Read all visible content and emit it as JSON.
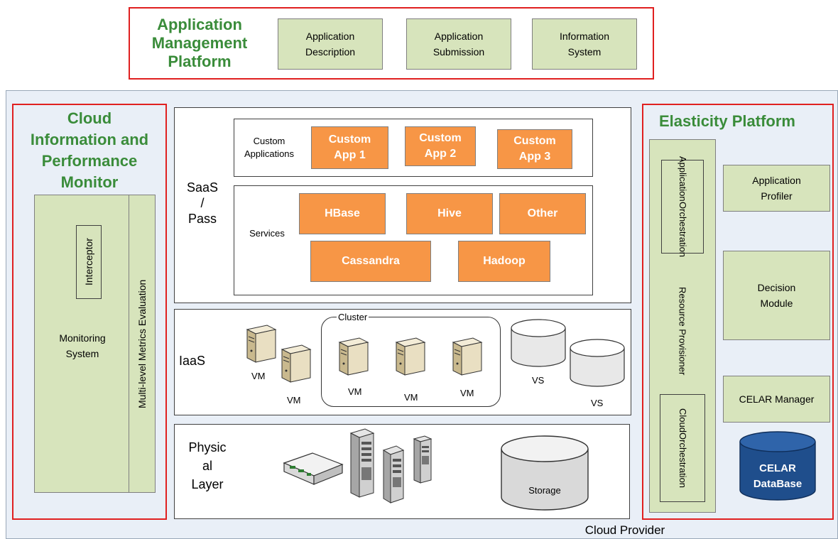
{
  "amp": {
    "title_lines": [
      "Application",
      "Management",
      "Platform"
    ],
    "boxes": [
      {
        "lines": [
          "Application",
          "Description"
        ]
      },
      {
        "lines": [
          "Application",
          "Submission"
        ]
      },
      {
        "lines": [
          "Information",
          "System"
        ]
      }
    ]
  },
  "cloud_provider": "Cloud Provider",
  "monitor": {
    "title_lines": [
      "Cloud",
      "Information and",
      "Performance",
      "Monitor"
    ],
    "monitoring_system": [
      "Monitoring",
      "System"
    ],
    "interceptor": "Interceptor",
    "metrics_evaluation": "Multi-level Metrics Evaluation"
  },
  "saas": {
    "layer_label": [
      "SaaS",
      "/",
      "Pass"
    ],
    "custom_label": [
      "Custom",
      "Applications"
    ],
    "custom_apps": [
      {
        "lines": [
          "Custom",
          "App 1"
        ]
      },
      {
        "lines": [
          "Custom",
          "App 2"
        ]
      },
      {
        "lines": [
          "Custom",
          "App 3"
        ]
      }
    ],
    "services_label": "Services",
    "services": [
      "HBase",
      "Hive",
      "Other",
      "Cassandra",
      "Hadoop"
    ]
  },
  "iaas": {
    "layer_label": "IaaS",
    "cluster_label": "Cluster",
    "vm_label": "VM",
    "vs_label": "VS"
  },
  "physical": {
    "layer_label": [
      "Physic",
      "al",
      "Layer"
    ],
    "storage_label": "Storage"
  },
  "elasticity": {
    "title": "Elasticity Platform",
    "app_orchestration": [
      "Application",
      "Orchestration"
    ],
    "resource_provisioner": "Resource Provisioner",
    "cloud_orchestration": [
      "Cloud",
      "Orchestration"
    ],
    "app_profiler": [
      "Application",
      "Profiler"
    ],
    "decision_module": [
      "Decision",
      "Module"
    ],
    "celar_manager": "CELAR Manager",
    "celar_db": [
      "CELAR",
      "DataBase"
    ]
  },
  "colors": {
    "frame_red": "#e02020",
    "title_green": "#3a8c3a",
    "box_green": "#d7e4bc",
    "box_orange": "#f79646",
    "db_blue": "#1f4e8c",
    "provider_bg": "#e9eff7"
  }
}
